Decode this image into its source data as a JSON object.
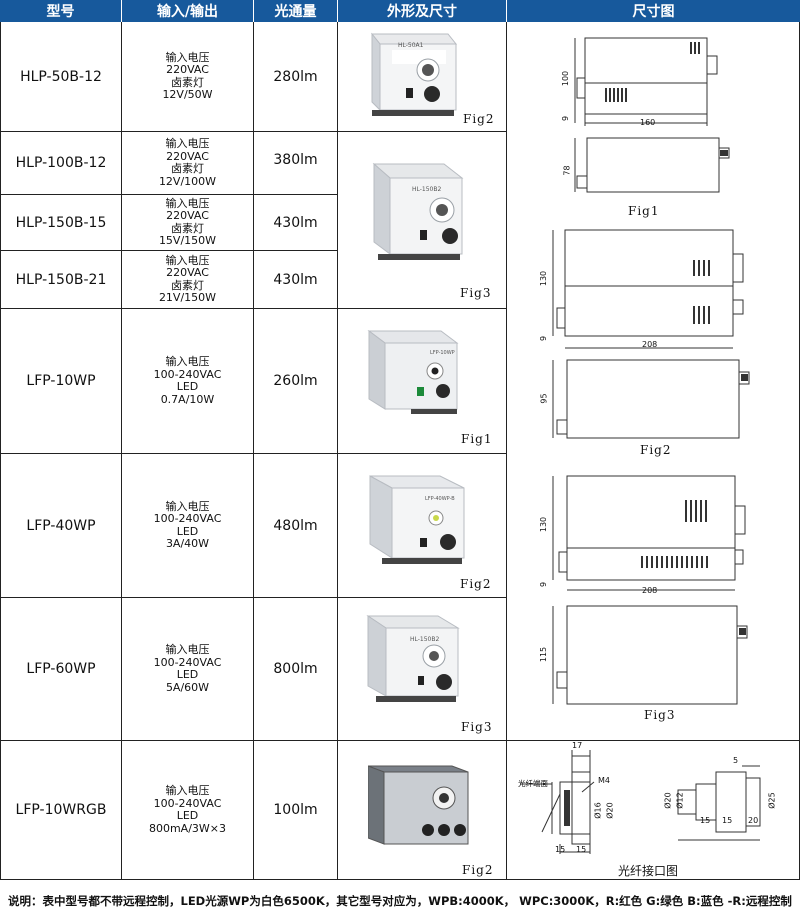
{
  "header": {
    "col_model": "型号",
    "col_io": "输入/输出",
    "col_flux": "光通量",
    "col_shape": "外形及尺寸",
    "col_dim": "尺寸图"
  },
  "rows": [
    {
      "model": "HLP-50B-12",
      "io": [
        "输入电压",
        "220VAC",
        "卤素灯",
        "12V/50W"
      ],
      "flux": "280lm"
    },
    {
      "model": "HLP-100B-12",
      "io": [
        "输入电压",
        "220VAC",
        "卤素灯",
        "12V/100W"
      ],
      "flux": "380lm"
    },
    {
      "model": "HLP-150B-15",
      "io": [
        "输入电压",
        "220VAC",
        "卤素灯",
        "15V/150W"
      ],
      "flux": "430lm"
    },
    {
      "model": "HLP-150B-21",
      "io": [
        "输入电压",
        "220VAC",
        "卤素灯",
        "21V/150W"
      ],
      "flux": "430lm"
    },
    {
      "model": "LFP-10WP",
      "io": [
        "输入电压",
        "100-240VAC",
        "LED",
        "0.7A/10W"
      ],
      "flux": "260lm"
    },
    {
      "model": "LFP-40WP",
      "io": [
        "输入电压",
        "100-240VAC",
        "LED",
        "3A/40W"
      ],
      "flux": "480lm"
    },
    {
      "model": "LFP-60WP",
      "io": [
        "输入电压",
        "100-240VAC",
        "LED",
        "5A/60W"
      ],
      "flux": "800lm"
    },
    {
      "model": "LFP-10WRGB",
      "io": [
        "输入电压",
        "100-240VAC",
        "LED",
        "800mA/3W×3"
      ],
      "flux": "100lm"
    }
  ],
  "photos": [
    {
      "fig": "Fig2",
      "label": "HL-50A1"
    },
    {
      "fig": "Fig3",
      "label": "HL-150B2"
    },
    {
      "fig": "Fig1",
      "label": "LFP-10WP"
    },
    {
      "fig": "Fig2",
      "label": "LFP-40WP-B"
    },
    {
      "fig": "Fig3",
      "label": "HL-150B2"
    },
    {
      "fig": "Fig2",
      "label": ""
    }
  ],
  "drawings": {
    "fig1": {
      "caption": "Fig1",
      "height_a": "100",
      "offset": "9",
      "width": "160",
      "height_b": "78"
    },
    "fig2": {
      "caption": "Fig2",
      "height_a": "130",
      "offset": "9",
      "width": "208",
      "height_b": "95"
    },
    "fig3": {
      "caption": "Fig3",
      "height_a": "130",
      "offset": "9",
      "width": "208",
      "height_b": "115"
    },
    "connector": {
      "caption": "光纤接口图",
      "end_face_label": "光纤端面",
      "dims": {
        "d17": "17",
        "m4": "M4",
        "d16": "Ø16",
        "d20a": "Ø20",
        "d15a": "15",
        "d15b": "15",
        "d5": "5",
        "d20b": "Ø20",
        "d12": "Ø12",
        "d25": "Ø25",
        "d15c": "15",
        "d15d": "15",
        "d20c": "20"
      }
    }
  },
  "footnote": "说明：表中型号都不带远程控制，LED光源WP为白色6500K，其它型号对应为，WPB:4000K，  WPC:3000K，R:红色  G:绿色  B:蓝色  -R:远程控制"
}
